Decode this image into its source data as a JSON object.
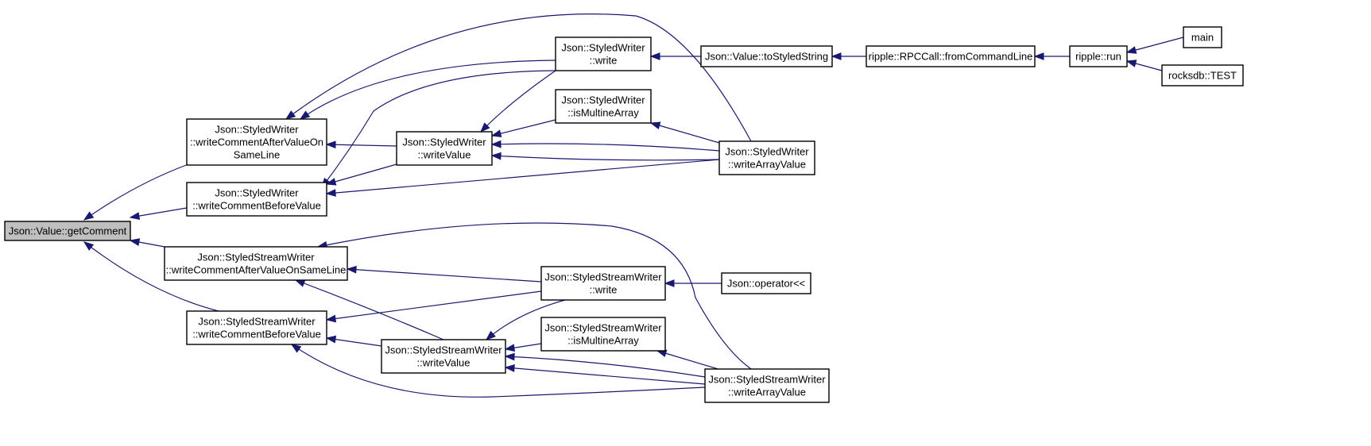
{
  "diagram": {
    "type": "call-graph",
    "colors": {
      "edge": "#191970",
      "node_fill": "#ffffff",
      "root_fill": "#bfbfbf",
      "border": "#000000"
    },
    "nodes": {
      "getComment": [
        "Json::Value::getComment"
      ],
      "writeCommentAfterValueOnSameLine": [
        "Json::StyledWriter",
        "::writeCommentAfterValueOn",
        "SameLine"
      ],
      "writeCommentBeforeValue": [
        "Json::StyledWriter",
        "::writeCommentBeforeValue"
      ],
      "sswWriteCommentAfterValueOnSameLine": [
        "Json::StyledStreamWriter",
        "::writeCommentAfterValueOnSameLine"
      ],
      "sswWriteCommentBeforeValue": [
        "Json::StyledStreamWriter",
        "::writeCommentBeforeValue"
      ],
      "swWrite": [
        "Json::StyledWriter",
        "::write"
      ],
      "swIsMultineArray": [
        "Json::StyledWriter",
        "::isMultineArray"
      ],
      "swWriteValue": [
        "Json::StyledWriter",
        "::writeValue"
      ],
      "swWriteArrayValue": [
        "Json::StyledWriter",
        "::writeArrayValue"
      ],
      "toStyledString": [
        "Json::Value::toStyledString"
      ],
      "fromCommandLine": [
        "ripple::RPCCall::fromCommandLine"
      ],
      "rippleRun": [
        "ripple::run"
      ],
      "main": [
        "main"
      ],
      "rocksdbTest": [
        "rocksdb::TEST"
      ],
      "sswWrite": [
        "Json::StyledStreamWriter",
        "::write"
      ],
      "operatorShift": [
        "Json::operator<<"
      ],
      "sswIsMultineArray": [
        "Json::StyledStreamWriter",
        "::isMultineArray"
      ],
      "sswWriteValue": [
        "Json::StyledStreamWriter",
        "::writeValue"
      ],
      "sswWriteArrayValue": [
        "Json::StyledStreamWriter",
        "::writeArrayValue"
      ]
    }
  }
}
